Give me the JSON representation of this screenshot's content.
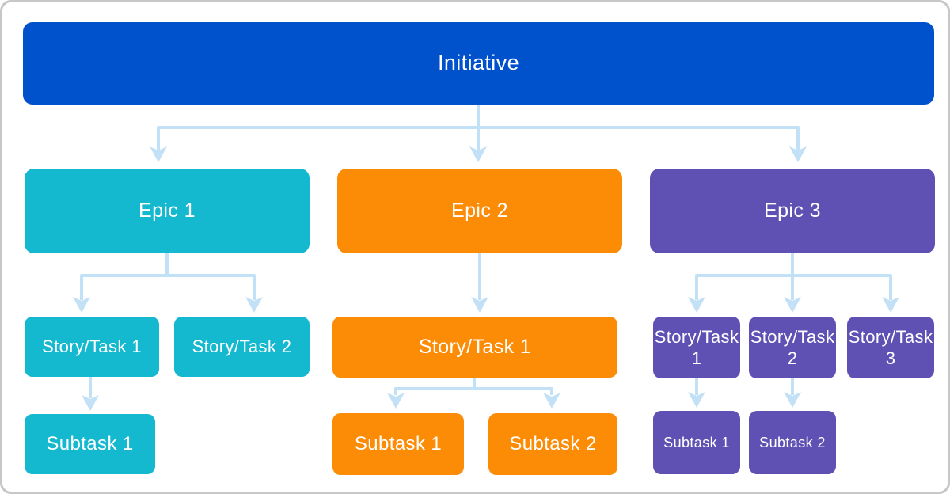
{
  "diagram": {
    "root": {
      "label": "Initiative"
    },
    "epics": [
      {
        "label": "Epic 1",
        "color": "cyan",
        "stories": [
          {
            "label": "Story/Task 1",
            "subtasks": [
              {
                "label": "Subtask 1"
              }
            ]
          },
          {
            "label": "Story/Task 2",
            "subtasks": []
          }
        ]
      },
      {
        "label": "Epic 2",
        "color": "orange",
        "stories": [
          {
            "label": "Story/Task 1",
            "subtasks": [
              {
                "label": "Subtask 1"
              },
              {
                "label": "Subtask 2"
              }
            ]
          }
        ]
      },
      {
        "label": "Epic 3",
        "color": "purple",
        "stories": [
          {
            "label": "Story/Task 1",
            "subtasks": [
              {
                "label": "Subtask 1"
              }
            ]
          },
          {
            "label": "Story/Task 2",
            "subtasks": [
              {
                "label": "Subtask 2"
              }
            ]
          },
          {
            "label": "Story/Task 3",
            "subtasks": []
          }
        ]
      }
    ]
  },
  "colors": {
    "initiative": "#0052CC",
    "epic_cyan": "#14B8CF",
    "epic_orange": "#FC8B05",
    "epic_purple": "#5F50B4",
    "connector": "#C2E0F6",
    "frame_border": "#C7C7C7",
    "canvas_bg": "#FFFFFF",
    "node_text": "#FFFFFF"
  }
}
